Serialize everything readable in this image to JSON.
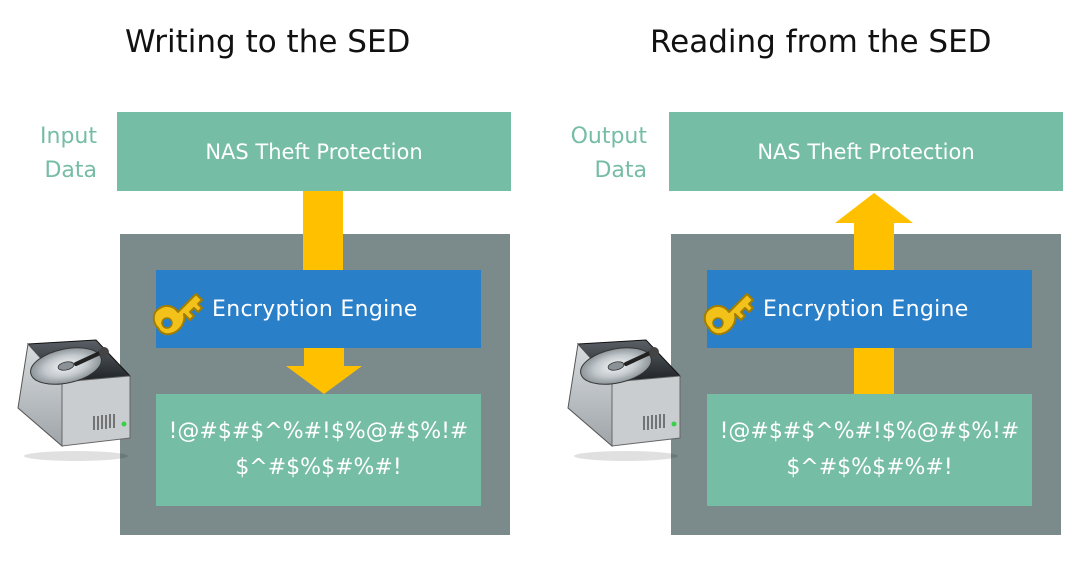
{
  "colors": {
    "teal": "#76bda5",
    "blue": "#2a7fc9",
    "gray": "#7b8a8a",
    "arrow": "#ffc000",
    "key": "#f2c21b"
  },
  "panels": [
    {
      "title": "Writing to the SED",
      "side_label_line1": "Input",
      "side_label_line2": "Data",
      "nas_label": "NAS Theft Protection",
      "engine_label": "Encryption  Engine",
      "cipher_line1": "!@#$#$^%#!$%@#$%!#",
      "cipher_line2": "$^#$%$#%#!",
      "direction": "down",
      "icons": [
        "key-icon",
        "hard-drive-icon",
        "arrow-down-icon"
      ]
    },
    {
      "title": "Reading from the SED",
      "side_label_line1": "Output",
      "side_label_line2": "Data",
      "nas_label": "NAS Theft Protection",
      "engine_label": "Encryption  Engine",
      "cipher_line1": "!@#$#$^%#!$%@#$%!#",
      "cipher_line2": "$^#$%$#%#!",
      "direction": "up",
      "icons": [
        "key-icon",
        "hard-drive-icon",
        "arrow-up-icon"
      ]
    }
  ]
}
